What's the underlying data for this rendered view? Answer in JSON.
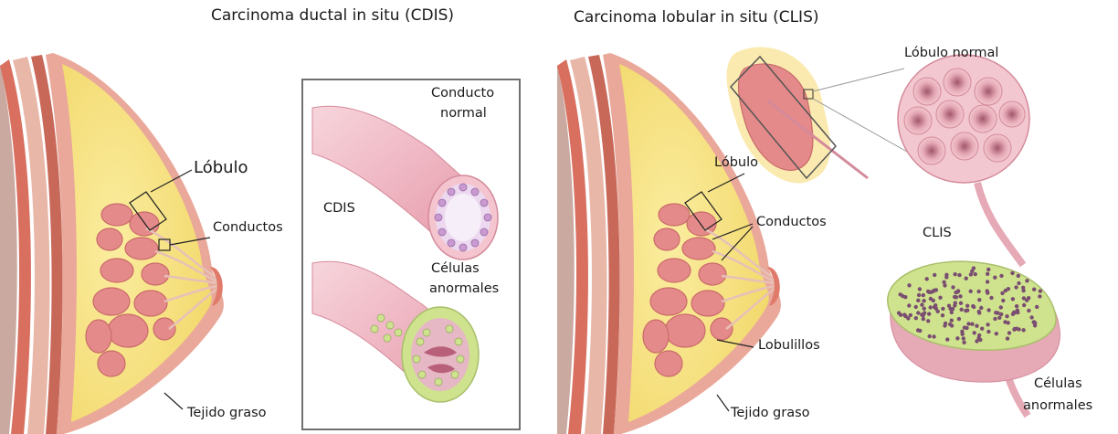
{
  "left": {
    "title": "Carcinoma ductal in situ (CDIS)",
    "labels": {
      "lobulo": "Lóbulo",
      "conductos": "Conductos",
      "tejido_graso": "Tejido graso",
      "cdis": "CDIS",
      "conducto_normal_1": "Conducto",
      "conducto_normal_2": "normal",
      "celulas_anormales_1": "Células",
      "celulas_anormales_2": "anormales"
    }
  },
  "right": {
    "title": "Carcinoma lobular in situ (CLIS)",
    "labels": {
      "lobulo_normal": "Lóbulo normal",
      "lobulo": "Lóbulo",
      "conductos": "Conductos",
      "lobulillos": "Lobulillos",
      "tejido_graso": "Tejido graso",
      "clis": "CLIS",
      "celulas_anormales_1": "Células",
      "celulas_anormales_2": "anormales"
    }
  },
  "colors": {
    "skin": "#e9a89a",
    "fat": "#f6e27a",
    "muscle": "#d86f5f",
    "lobule": "#e58a8a",
    "duct_pink": "#f1b8c4",
    "abnormal_green": "#cfe38f",
    "frame": "#6f6f6f"
  }
}
